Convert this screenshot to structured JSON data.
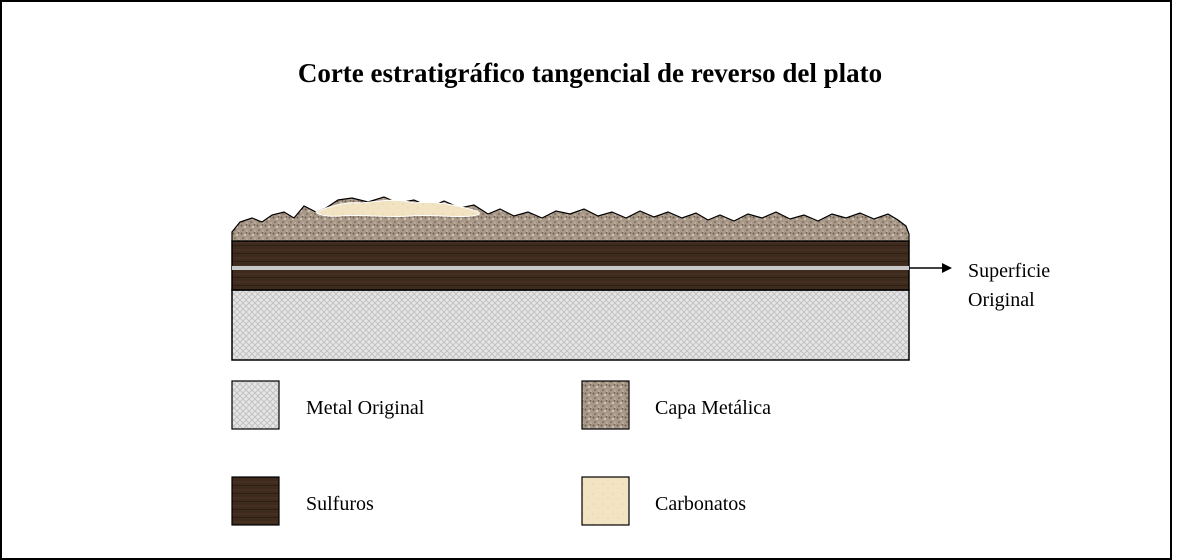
{
  "title": "Corte estratigráfico tangencial de reverso del plato",
  "annotation": {
    "line1": "Superficie",
    "line2": "Original"
  },
  "legend": [
    {
      "id": "metal",
      "label": "Metal Original",
      "color": "#e4e4e4"
    },
    {
      "id": "capa",
      "label": "Capa Metálica",
      "color": "#9b8a7c"
    },
    {
      "id": "sulfuros",
      "label": "Sulfuros",
      "color": "#3d2a1d"
    },
    {
      "id": "carbonatos",
      "label": "Carbonatos",
      "color": "#f0e0bc"
    }
  ],
  "colors": {
    "outline": "#000000",
    "surface_line": "#c8c8c8"
  }
}
